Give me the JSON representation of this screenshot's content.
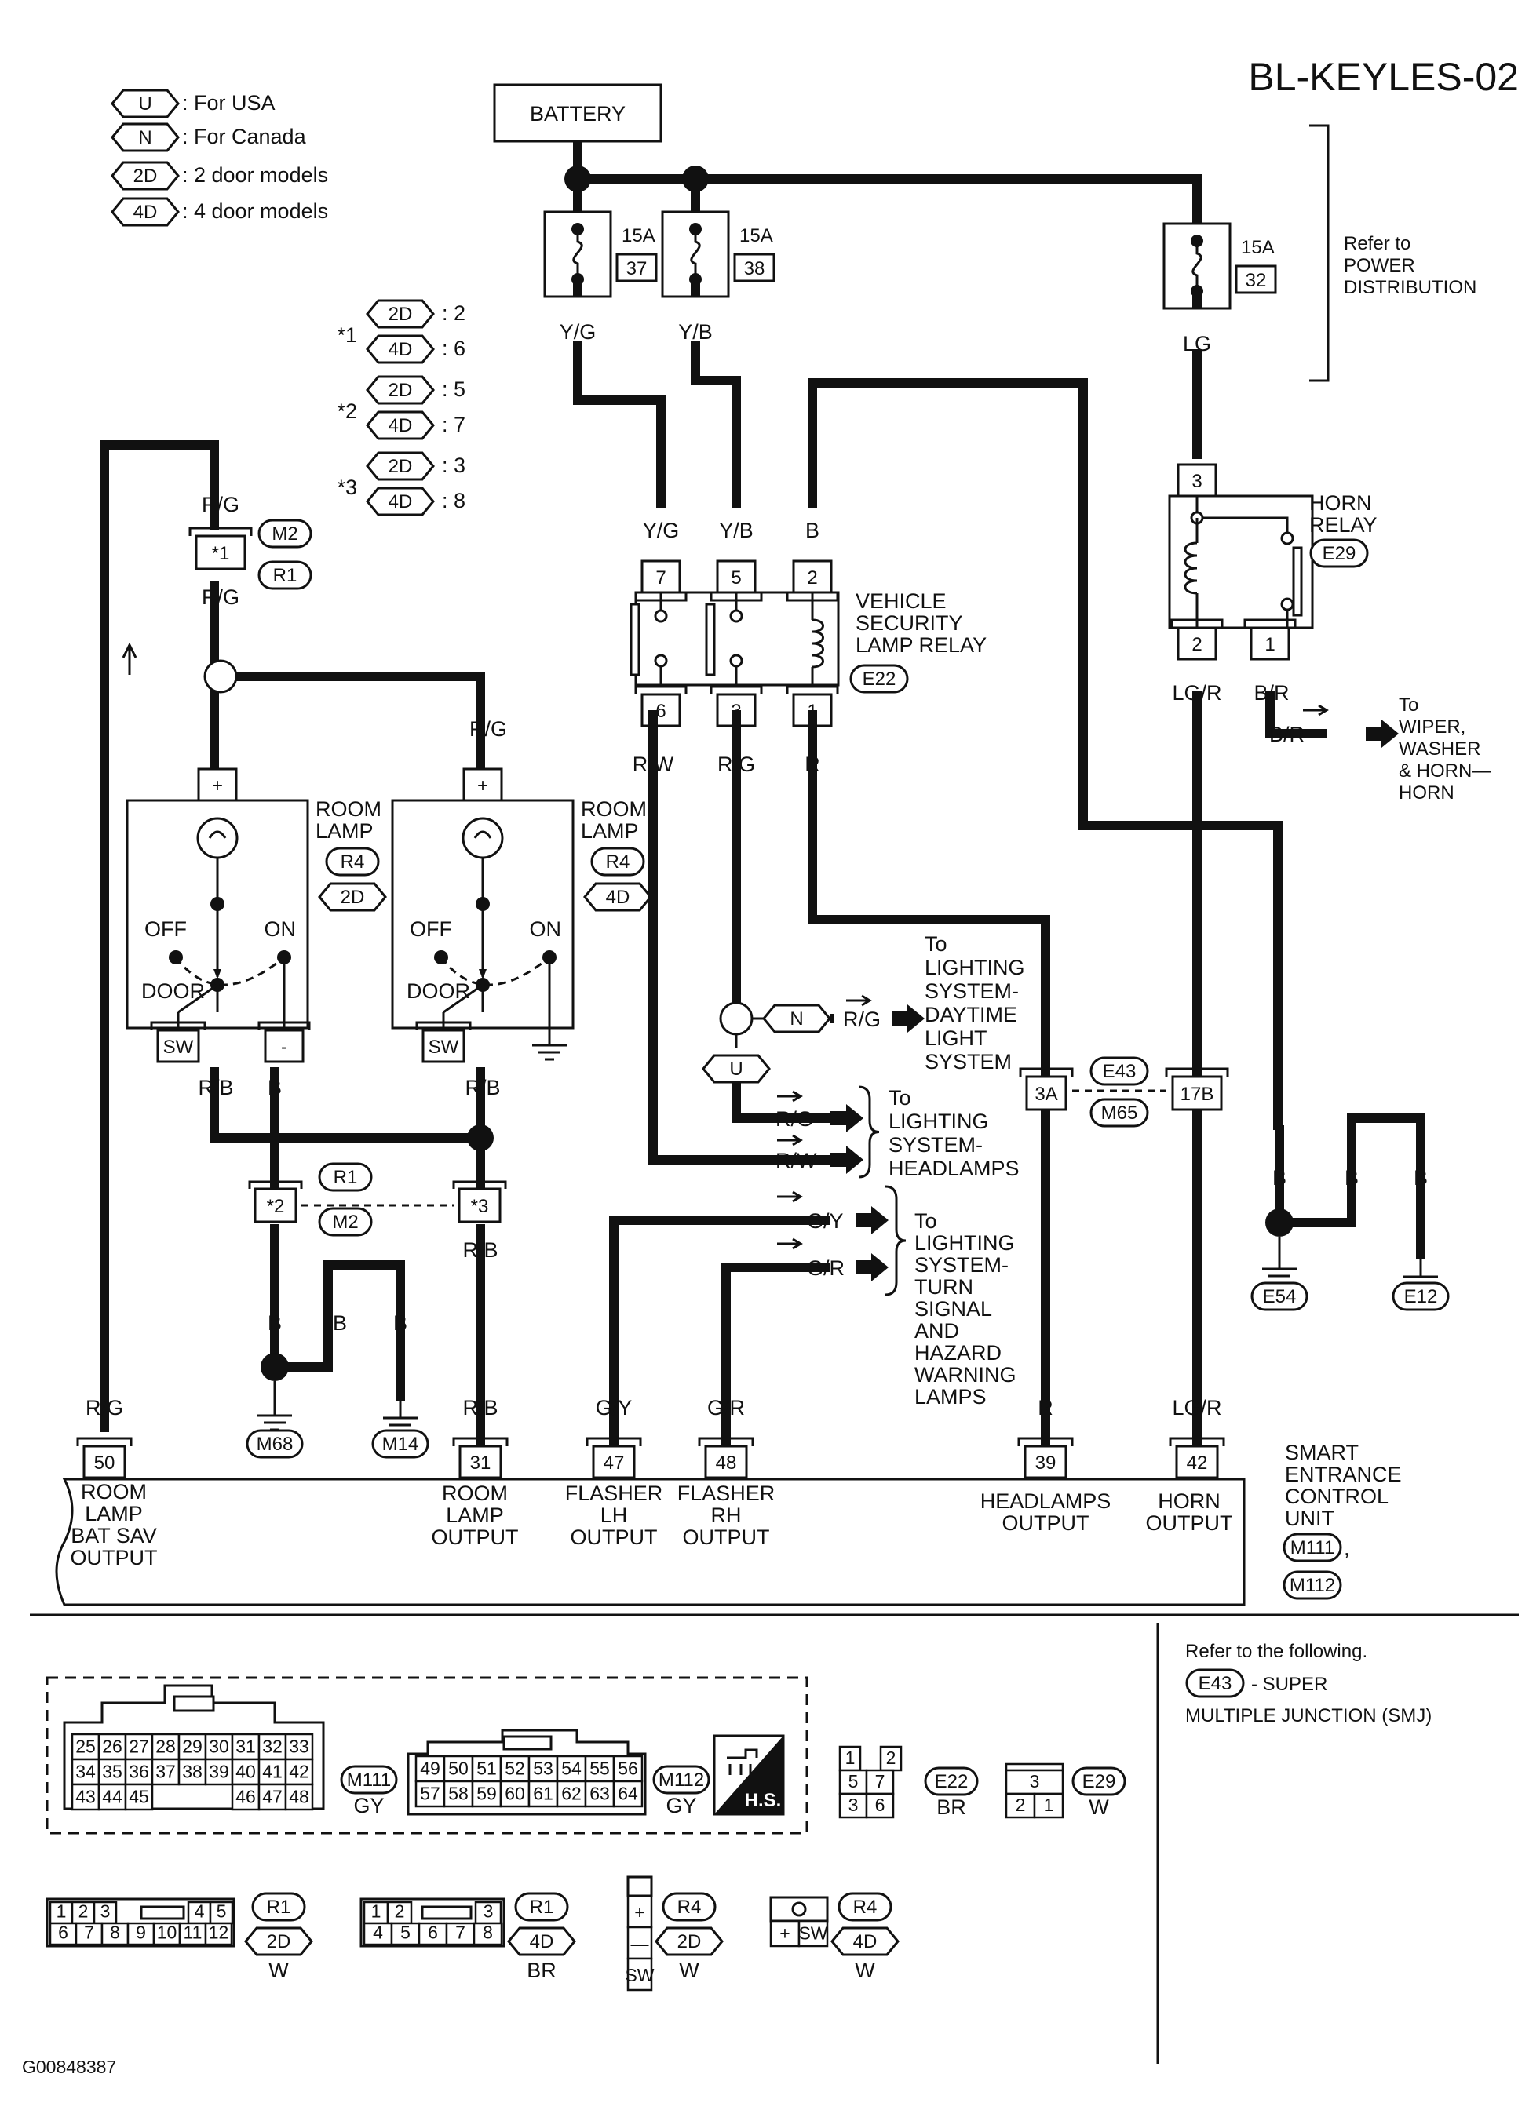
{
  "title": "BL-KEYLES-02",
  "legend": [
    {
      "code": "U",
      "text": ": For USA"
    },
    {
      "code": "N",
      "text": ": For Canada"
    },
    {
      "code": "2D",
      "text": ": 2 door models"
    },
    {
      "code": "4D",
      "text": ": 4 door models"
    }
  ],
  "star_notes": [
    {
      "mark": "*1",
      "rows": [
        {
          "code": "2D",
          "val": ": 2"
        },
        {
          "code": "4D",
          "val": ": 6"
        }
      ]
    },
    {
      "mark": "*2",
      "rows": [
        {
          "code": "2D",
          "val": ": 5"
        },
        {
          "code": "4D",
          "val": ": 7"
        }
      ]
    },
    {
      "mark": "*3",
      "rows": [
        {
          "code": "2D",
          "val": ": 3"
        },
        {
          "code": "4D",
          "val": ": 8"
        }
      ]
    }
  ],
  "battery": "BATTERY",
  "fuses": [
    {
      "rating": "15A",
      "number": "37",
      "wire": "Y/G"
    },
    {
      "rating": "15A",
      "number": "38",
      "wire": "Y/B"
    },
    {
      "rating": "15A",
      "number": "32",
      "wire": "LG"
    }
  ],
  "power_note": "Refer to\nPOWER\nDISTRIBUTION",
  "horn_relay": {
    "label": "HORN\nRELAY",
    "connector": "E29",
    "pins": [
      "3",
      "2",
      "1"
    ],
    "wires": [
      "LG/R",
      "B/R"
    ]
  },
  "horn_dest": {
    "wire": "B/R",
    "text": "To\nWIPER,\nWASHER\n& HORN—\nHORN"
  },
  "security_relay": {
    "label": "VEHICLE\nSECURITY\nLAMP RELAY",
    "connector": "E22",
    "top_pins": [
      "7",
      "5",
      "2"
    ],
    "bottom_pins": [
      "6",
      "3",
      "1"
    ],
    "top_wires": [
      "Y/G",
      "Y/B",
      "B"
    ],
    "bottom_wires": [
      "R/W",
      "R/G",
      "R"
    ]
  },
  "left_branch": {
    "wire_top": "R/G",
    "connector_pin": "*1",
    "conn_a": "M2",
    "conn_b": "R1",
    "wire_bottom": "R/G",
    "wire_right": "R/G"
  },
  "room_lamp_2d": {
    "label": "ROOM\nLAMP",
    "conn": "R4",
    "variant": "2D",
    "plus": "+",
    "off": "OFF",
    "on": "ON",
    "door": "DOOR",
    "sw": "SW",
    "minus": "-",
    "wires": [
      "R/B",
      "B"
    ]
  },
  "room_lamp_4d": {
    "label": "ROOM\nLAMP",
    "conn": "R4",
    "variant": "4D",
    "plus": "+",
    "off": "OFF",
    "on": "ON",
    "door": "DOOR",
    "sw": "SW",
    "wire": "R/B"
  },
  "junction_mid": {
    "pin_a": "*2",
    "pin_b": "*3",
    "conn_a": "R1",
    "conn_b": "M2",
    "wire_a": "B",
    "wire_b": "R/B"
  },
  "grounds_left": {
    "wires": [
      "B",
      "B",
      "B"
    ],
    "grounds": [
      "M68",
      "M14"
    ]
  },
  "grounds_right": {
    "wires": [
      "B",
      "B",
      "B"
    ],
    "grounds": [
      "E54",
      "E12"
    ]
  },
  "daytime": {
    "conn": "N",
    "wire": "R/G",
    "text": "To\nLIGHTING\nSYSTEM-\nDAYTIME\nLIGHT\nSYSTEM",
    "u": "U"
  },
  "headlamps_dest": {
    "wires": [
      "R/G",
      "R/W"
    ],
    "text": "To\nLIGHTING\nSYSTEM-\nHEADLAMPS"
  },
  "turn_dest": {
    "wires": [
      "G/Y",
      "G/R"
    ],
    "text": "To\nLIGHTING\nSYSTEM-\nTURN\nSIGNAL\nAND\nHAZARD\nWARNING\nLAMPS"
  },
  "smj": {
    "conn_a": "E43",
    "conn_b": "M65",
    "pin_a": "3A",
    "pin_b": "17B"
  },
  "control_unit": {
    "label": "SMART\nENTRANCE\nCONTROL\nUNIT",
    "conns": [
      "M111",
      "M112"
    ],
    "terminals": [
      {
        "pin": "50",
        "wire": "R/G",
        "label": "ROOM\nLAMP\nBAT SAV\nOUTPUT"
      },
      {
        "pin": "31",
        "wire": "R/B",
        "label": "ROOM\nLAMP\nOUTPUT"
      },
      {
        "pin": "47",
        "wire": "G/Y",
        "label": "FLASHER\nLH\nOUTPUT"
      },
      {
        "pin": "48",
        "wire": "G/R",
        "label": "FLASHER\nRH\nOUTPUT"
      },
      {
        "pin": "39",
        "wire": "R",
        "label": "HEADLAMPS\nOUTPUT"
      },
      {
        "pin": "42",
        "wire": "LG/R",
        "label": "HORN\nOUTPUT"
      }
    ]
  },
  "refer_note": {
    "line1": "Refer to the following.",
    "conn": "E43",
    "line2": "- SUPER",
    "line3": "MULTIPLE JUNCTION (SMJ)"
  },
  "connectors": {
    "m111": {
      "name": "M111",
      "color": "GY",
      "rows": [
        [
          "25",
          "26",
          "27",
          "28",
          "29",
          "30",
          "31",
          "32",
          "33"
        ],
        [
          "34",
          "35",
          "36",
          "37",
          "38",
          "39",
          "40",
          "41",
          "42"
        ],
        [
          "43",
          "44",
          "45",
          "",
          "",
          "",
          "46",
          "47",
          "48"
        ]
      ]
    },
    "m112": {
      "name": "M112",
      "color": "GY",
      "rows": [
        [
          "49",
          "50",
          "51",
          "52",
          "53",
          "54",
          "55",
          "56"
        ],
        [
          "57",
          "58",
          "59",
          "60",
          "61",
          "62",
          "63",
          "64"
        ]
      ]
    },
    "hs": "H.S.",
    "e22": {
      "name": "E22",
      "color": "BR",
      "rows": [
        [
          "1",
          "2"
        ],
        [
          "5",
          "7"
        ],
        [
          "3",
          "6"
        ]
      ]
    },
    "e29": {
      "name": "E29",
      "color": "W",
      "rows": [
        [
          "3"
        ],
        [
          "2",
          "1"
        ]
      ]
    },
    "r1_2d": {
      "name": "R1",
      "variant": "2D",
      "color": "W",
      "rows": [
        [
          "1",
          "2",
          "3",
          "4",
          "5"
        ],
        [
          "6",
          "7",
          "8",
          "9",
          "10",
          "11",
          "12"
        ]
      ]
    },
    "r1_4d": {
      "name": "R1",
      "variant": "4D",
      "color": "BR",
      "rows": [
        [
          "1",
          "2",
          "3"
        ],
        [
          "4",
          "5",
          "6",
          "7",
          "8"
        ]
      ]
    },
    "r4_2d": {
      "name": "R4",
      "variant": "2D",
      "color": "W",
      "rows": [
        [
          "+"
        ],
        [
          "—"
        ],
        [
          "SW"
        ]
      ]
    },
    "r4_4d": {
      "name": "R4",
      "variant": "4D",
      "color": "W",
      "rows": [
        [
          "+",
          "SW"
        ]
      ]
    }
  },
  "footer_code": "G00848387"
}
